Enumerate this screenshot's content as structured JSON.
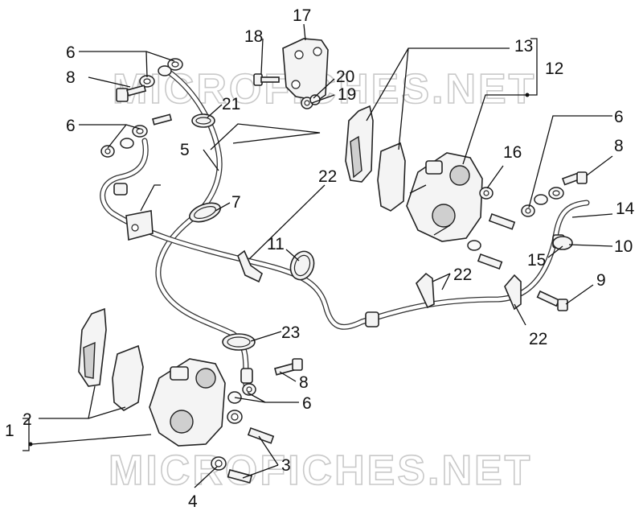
{
  "watermark": {
    "top": "MICROFICHES.NET",
    "bottom": "MICROFICHES.NET"
  },
  "callouts": {
    "c1": "1",
    "c2": "2",
    "c3": "3",
    "c4": "4",
    "c5": "5",
    "c6a": "6",
    "c6b": "6",
    "c6c": "6",
    "c6d": "6",
    "c7": "7",
    "c8a": "8",
    "c8b": "8",
    "c8c": "8",
    "c9": "9",
    "c10": "10",
    "c11": "11",
    "c12": "12",
    "c13": "13",
    "c14": "14",
    "c15": "15",
    "c16": "16",
    "c17": "17",
    "c18": "18",
    "c19": "19",
    "c20": "20",
    "c21": "21",
    "c22a": "22",
    "c22b": "22",
    "c22c": "22",
    "c23": "23"
  }
}
